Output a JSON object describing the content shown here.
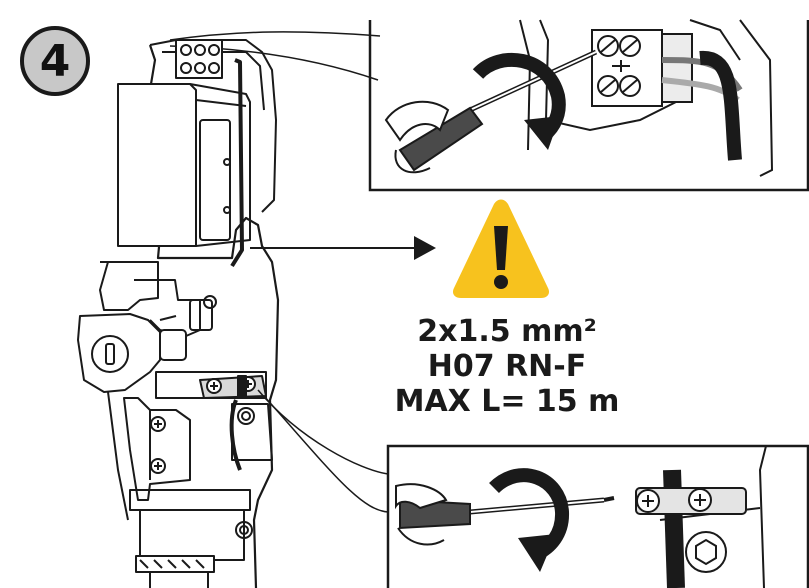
{
  "step": {
    "number": "4"
  },
  "cable_spec": {
    "section": "2x1.5 mm²",
    "type": "H07 RN-F",
    "max_length": "MAX L= 15 m"
  },
  "colors": {
    "warning_yellow": "#f7c21e",
    "badge_gray": "#c8c8c8",
    "ink": "#1a1a1a"
  },
  "icons": [
    "warning-triangle-icon",
    "rotate-arrow-icon",
    "pointer-arrow-icon",
    "screwdriver-icon"
  ]
}
